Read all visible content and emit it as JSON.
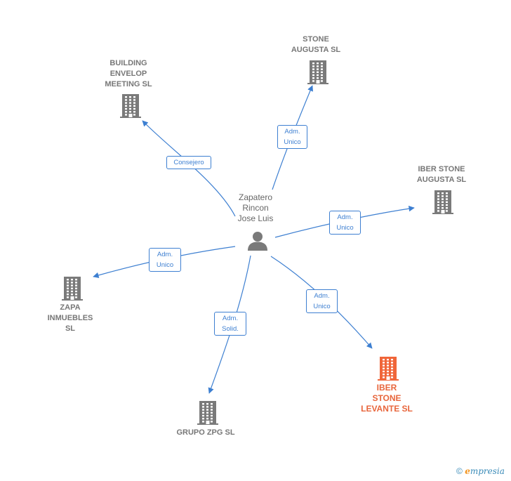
{
  "colors": {
    "edge": "#3d7fd1",
    "building": "#7a7a7a",
    "building_highlight": "#f0663a",
    "person": "#7a7a7a"
  },
  "person": {
    "name": "Zapatero\nRincon\nJose Luis",
    "icon": "person-icon"
  },
  "companies": [
    {
      "id": "building-envelop",
      "name": "BUILDING\nENVELOP\nMEETING SL",
      "icon": "building-icon",
      "highlight": false
    },
    {
      "id": "stone-augusta",
      "name": "STONE\nAUGUSTA  SL",
      "icon": "building-icon",
      "highlight": false
    },
    {
      "id": "iber-stone-augusta",
      "name": "IBER STONE\nAUGUSTA  SL",
      "icon": "building-icon",
      "highlight": false
    },
    {
      "id": "zapa-inmuebles",
      "name": "ZAPA\nINMUEBLES\nSL",
      "icon": "building-icon",
      "highlight": false
    },
    {
      "id": "grupo-zpg",
      "name": "GRUPO ZPG SL",
      "icon": "building-icon",
      "highlight": false
    },
    {
      "id": "iber-stone-levante",
      "name": "IBER\nSTONE\nLEVANTE  SL",
      "icon": "building-icon",
      "highlight": true
    }
  ],
  "relations": [
    {
      "to": "building-envelop",
      "label": "Consejero"
    },
    {
      "to": "stone-augusta",
      "label": "Adm.\nUnico"
    },
    {
      "to": "iber-stone-augusta",
      "label": "Adm.\nUnico"
    },
    {
      "to": "zapa-inmuebles",
      "label": "Adm.\nUnico"
    },
    {
      "to": "grupo-zpg",
      "label": "Adm.\nSolid."
    },
    {
      "to": "iber-stone-levante",
      "label": "Adm.\nUnico"
    }
  ],
  "footer": {
    "copyright": "©",
    "brand_initial": "e",
    "brand_rest": "mpresia"
  }
}
